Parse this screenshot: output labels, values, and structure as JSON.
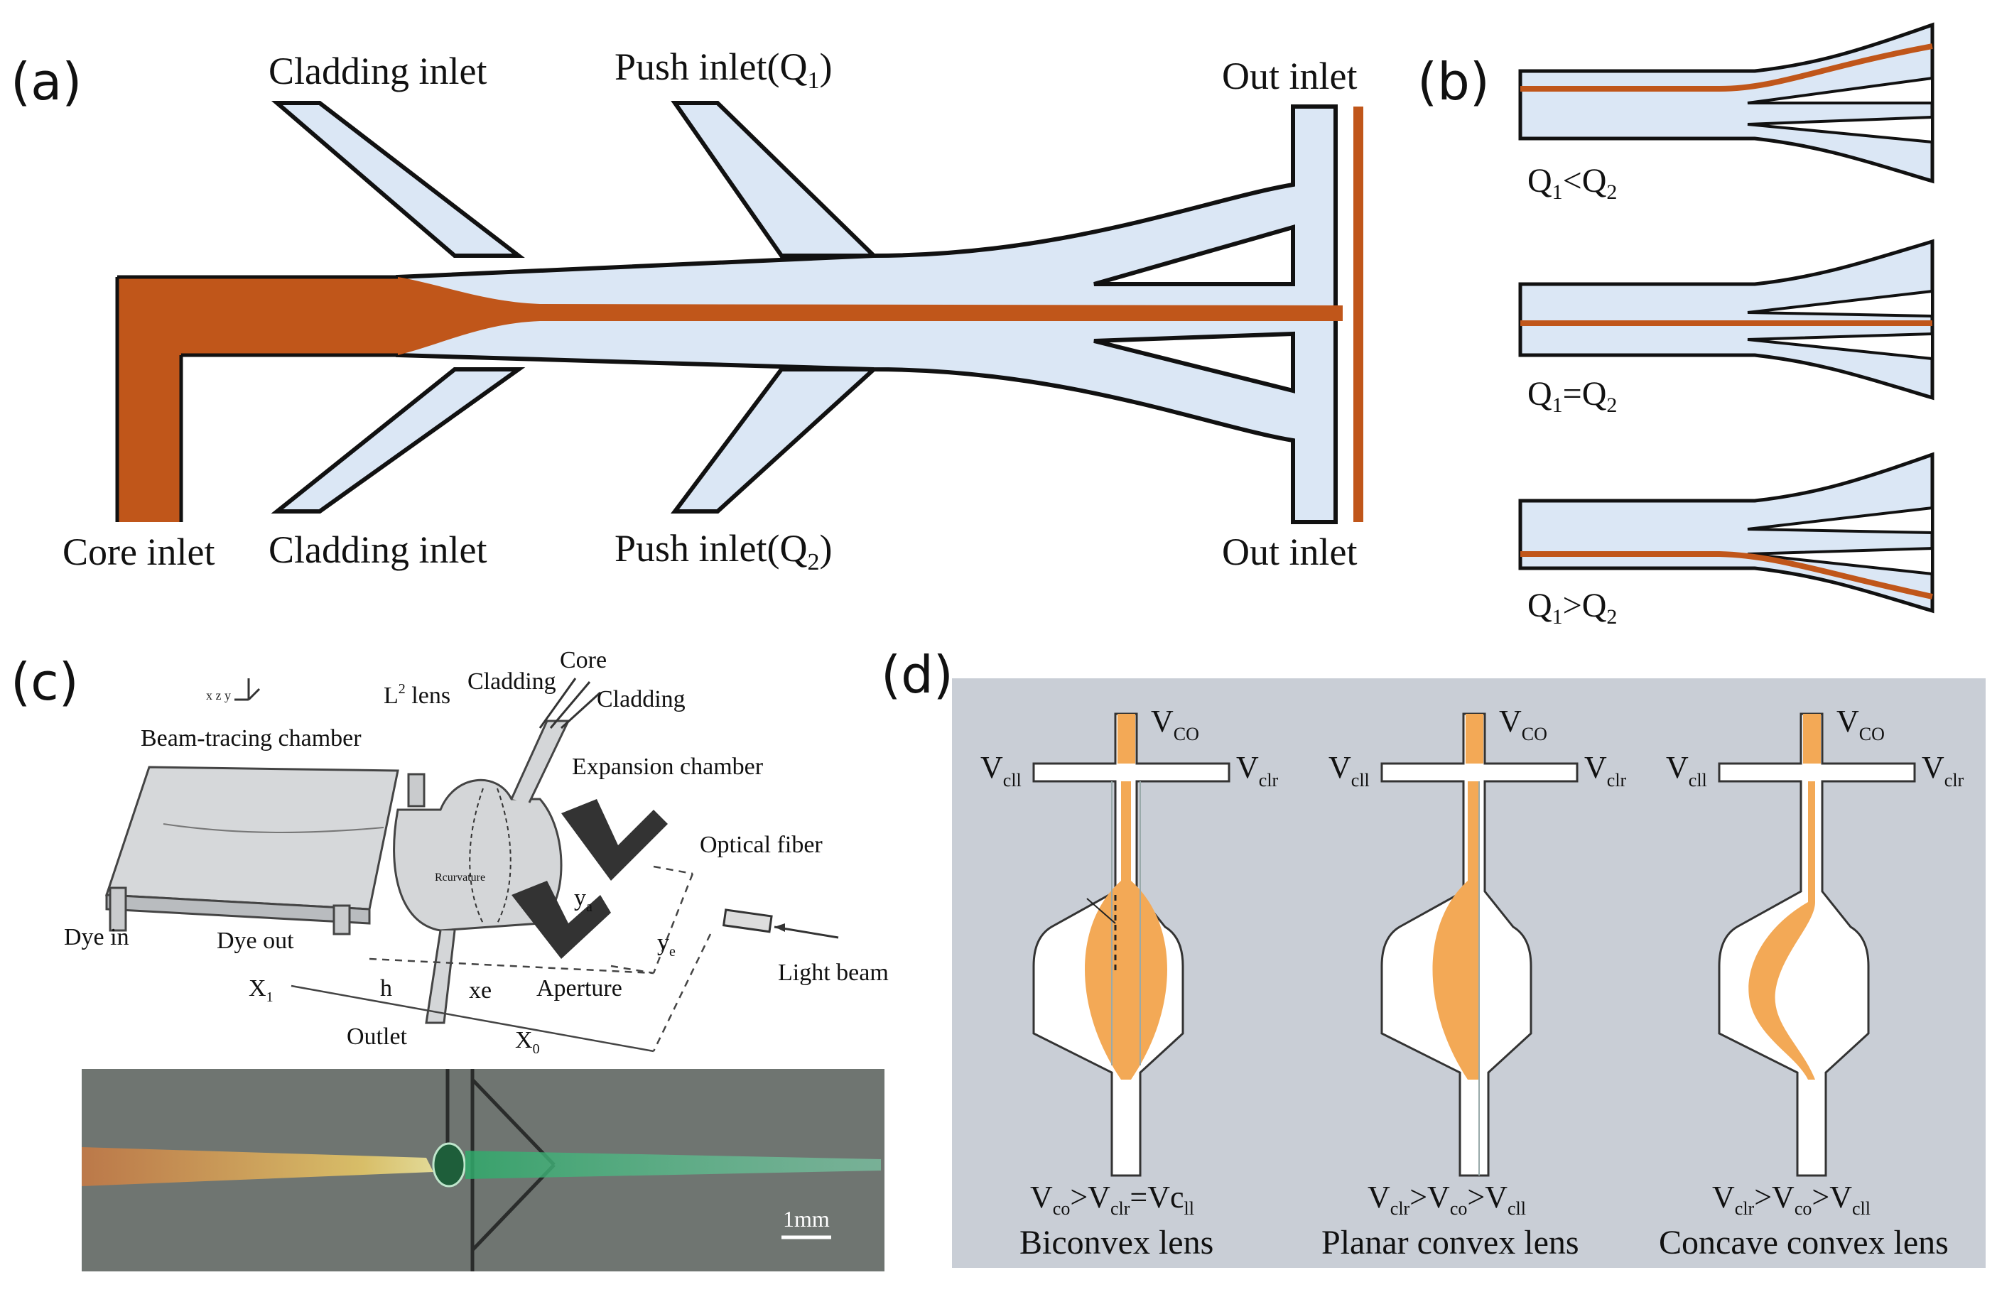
{
  "panels": {
    "a": {
      "tag": "(a)",
      "labels": {
        "cladding_top": "Cladding inlet",
        "push_top": "Push inlet(Q",
        "push_top_sub": "1",
        "push_top_close": ")",
        "out_top": "Out inlet",
        "core": "Core inlet",
        "cladding_bottom": "Cladding inlet",
        "push_bottom": "Push inlet(Q",
        "push_bottom_sub": "2",
        "push_bottom_close": ")",
        "out_bottom": "Out inlet"
      }
    },
    "b": {
      "tag": "(b)",
      "cases": [
        {
          "q": "Q",
          "s1": "1",
          "op": "<",
          "q2": "Q",
          "s2": "2"
        },
        {
          "q": "Q",
          "s1": "1",
          "op": "=",
          "q2": "Q",
          "s2": "2"
        },
        {
          "q": "Q",
          "s1": "1",
          "op": ">",
          "q2": "Q",
          "s2": "2"
        }
      ]
    },
    "c": {
      "tag": "(c)",
      "labels": {
        "axes": "x  z  y",
        "l2": "L",
        "l2_sup": "2",
        "l2_rest": " lens",
        "cladding1": "Cladding",
        "core": "Core",
        "cladding2": "Cladding",
        "beam_chamber": "Beam-tracing chamber",
        "expansion": "Expansion chamber",
        "optical_fiber": "Optical fiber",
        "rcurvature": "Rcurvature",
        "ya": "y",
        "ya_sub": "a",
        "ye": "y",
        "ye_sub": "e",
        "dye_in": "Dye in",
        "dye_out": "Dye out",
        "aperture": "Aperture",
        "light_beam": "Light beam",
        "x1": "X",
        "x1_sub": "1",
        "h": "h",
        "xe": "xe",
        "outlet": "Outlet",
        "x0": "X",
        "x0_sub": "0",
        "scale": "1mm"
      }
    },
    "d": {
      "tag": "(d)",
      "lenses": [
        {
          "vco": "V",
          "vco_sub": "CO",
          "vcll": "V",
          "vcll_sub": "cll",
          "vclr": "V",
          "vclr_sub": "clr",
          "cond": [
            [
              "V",
              "co"
            ],
            [
              ">",
              ""
            ],
            [
              "V",
              "clr"
            ],
            [
              "=",
              ""
            ],
            [
              "Vc",
              "ll"
            ]
          ],
          "name": "Biconvex lens"
        },
        {
          "vco": "V",
          "vco_sub": "CO",
          "vcll": "V",
          "vcll_sub": "cll",
          "vclr": "V",
          "vclr_sub": "clr",
          "cond": [
            [
              "V",
              "clr"
            ],
            [
              ">",
              ""
            ],
            [
              "V",
              "co"
            ],
            [
              ">",
              ""
            ],
            [
              "V",
              "cll"
            ]
          ],
          "name": "Planar convex lens"
        },
        {
          "vco": "V",
          "vco_sub": "CO",
          "vcll": "V",
          "vcll_sub": "cll",
          "vclr": "V",
          "vclr_sub": "clr",
          "cond": [
            [
              "V",
              "clr"
            ],
            [
              ">",
              ""
            ],
            [
              "V",
              "co"
            ],
            [
              ">",
              ""
            ],
            [
              "V",
              "cll"
            ]
          ],
          "name": "Concave convex lens"
        }
      ]
    }
  },
  "colors": {
    "core": "#c0561a",
    "cladding": "#dbe7f5",
    "outline": "#111111",
    "lens_fill": "#f3a956",
    "lens_bg": "#c9ced6"
  }
}
